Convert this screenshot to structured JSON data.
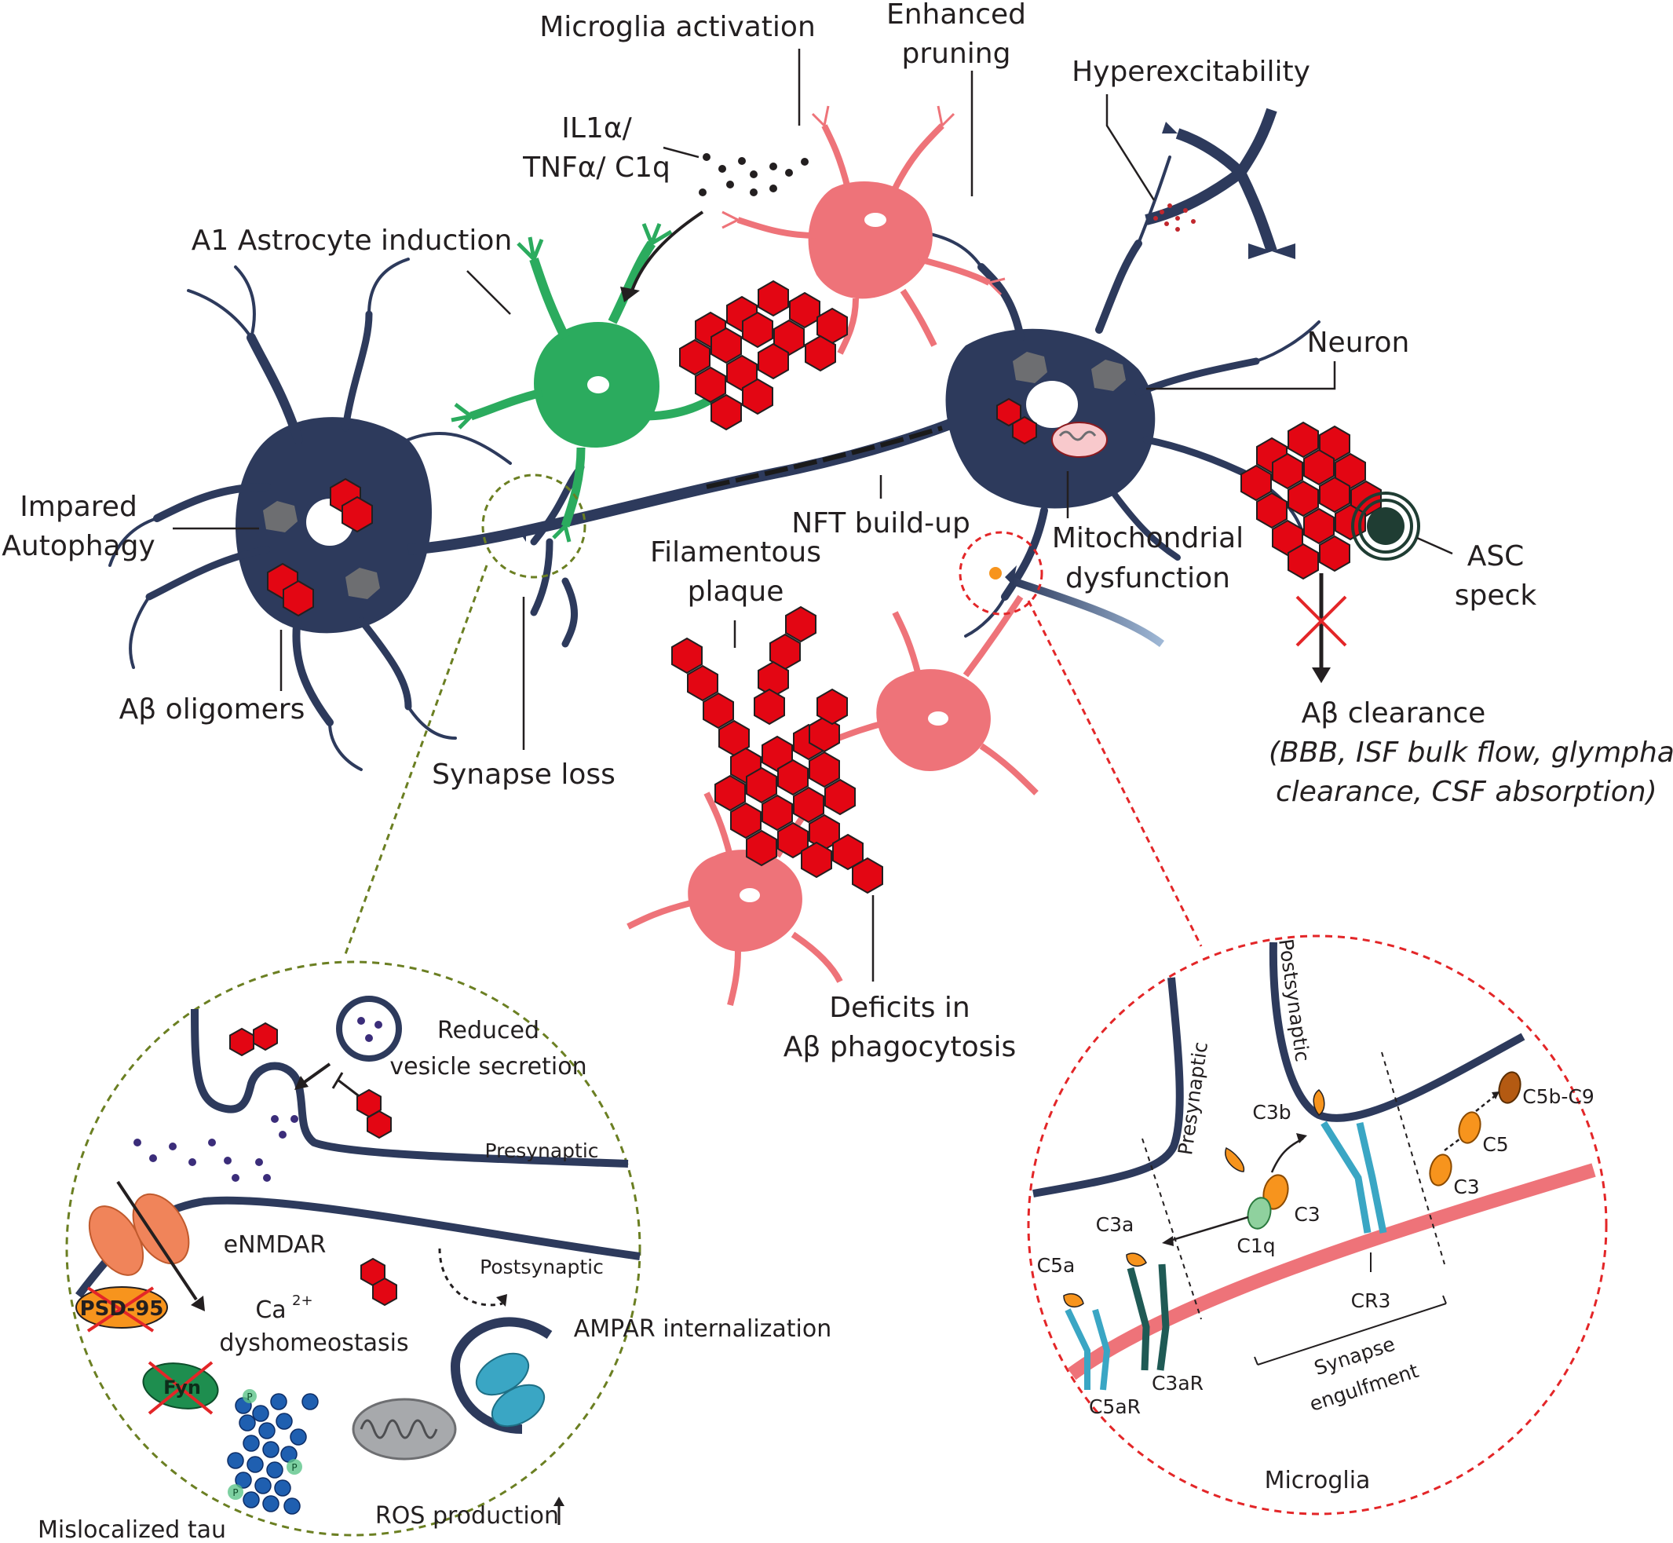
{
  "labels": {
    "microglia_activation": "Microglia activation",
    "enhanced": "Enhanced",
    "pruning": "pruning",
    "hyperexcitability": "Hyperexcitability",
    "il1a": "IL1α/",
    "tnfa_c1q": "TNFα/ C1q",
    "a1_astrocyte": "A1 Astrocyte induction",
    "neuron": "Neuron",
    "impared": "Impared",
    "autophagy": "Autophagy",
    "nft": "NFT build-up",
    "mito_1": "Mitochondrial",
    "mito_2": "dysfunction",
    "asc_1": "ASC",
    "asc_2": "speck",
    "filamentous": "Filamentous",
    "plaque": "plaque",
    "ab_oligomers": "Aβ oligomers",
    "synapse_loss": "Synapse loss",
    "ab_clearance": "Aβ clearance",
    "clearance_paren_1": "(BBB, ISF bulk flow, glymphatic",
    "clearance_paren_2": "clearance, CSF absorption)",
    "deficits_1": "Deficits in",
    "deficits_2": "Aβ phagocytosis"
  },
  "left_inset": {
    "reduced_1": "Reduced",
    "reduced_2": "vesicle secretion",
    "presynaptic": "Presynaptic",
    "postsynaptic": "Postsynaptic",
    "enmdar": "eNMDAR",
    "psd95": "PSD-95",
    "ca": "Ca",
    "ca_sup": "2+",
    "dyshomeostasis": "dyshomeostasis",
    "ampar": "AMPAR internalization",
    "fyn": "Fyn",
    "p": "P",
    "ros": "ROS production",
    "mislocalized": "Mislocalized tau"
  },
  "right_inset": {
    "presynaptic": "Presynaptic",
    "postsynaptic": "Postsynaptic",
    "c3b": "C3b",
    "c3": "C3",
    "c1q": "C1q",
    "c3a": "C3a",
    "c5a": "C5a",
    "c5": "C5",
    "c5b_c9": "C5b-C9",
    "c3_right": "C3",
    "c5ar": "C5aR",
    "c3ar": "C3aR",
    "cr3": "CR3",
    "synapse_1": "Synapse",
    "synapse_2": "engulfment",
    "microglia": "Microglia"
  },
  "colors": {
    "neuron": "#2d3a5c",
    "astrocyte": "#2bab5e",
    "microglia": "#ee7379",
    "plaque": "#e30613",
    "complement": "#f7941d",
    "receptor": "#3aa6c4",
    "inset_left_border": "#6b7f22",
    "inset_right_border": "#e32628"
  }
}
